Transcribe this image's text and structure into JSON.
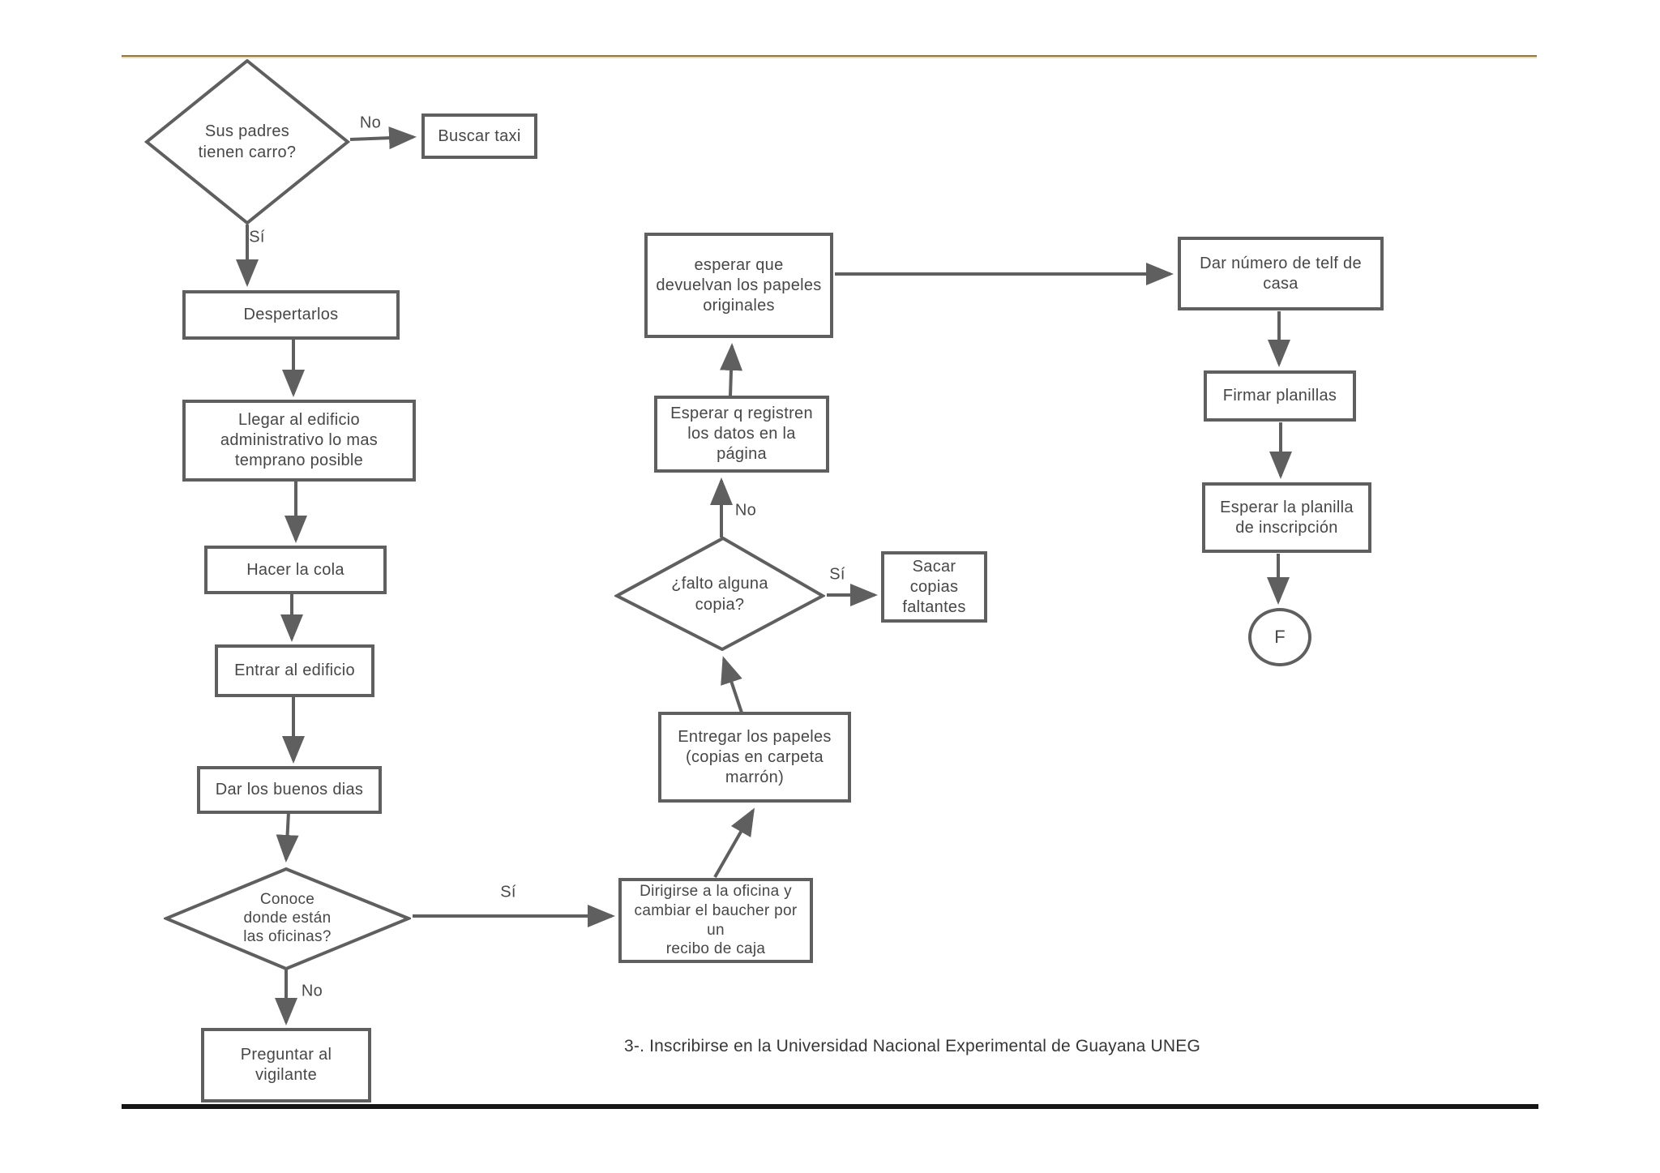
{
  "caption": "3-. Inscribirse en la Universidad Nacional Experimental de Guayana UNEG",
  "colors": {
    "box_border": "#5f5f5f",
    "connector": "#5f5f5f",
    "node_text": "#474747",
    "top_rule_dark": "#93754b",
    "top_rule_light": "#e8ddab",
    "bottom_rule": "#161616",
    "background": "#ffffff"
  },
  "nodes": {
    "parents_car": {
      "type": "decision",
      "label": "Sus padres\ntienen carro?"
    },
    "buscar_taxi": {
      "type": "process",
      "label": "Buscar taxi"
    },
    "despertarlos": {
      "type": "process",
      "label": "Despertarlos"
    },
    "llegar_edificio": {
      "type": "process",
      "label": "Llegar al edificio\nadministrativo lo mas\ntemprano posible"
    },
    "hacer_cola": {
      "type": "process",
      "label": "Hacer la cola"
    },
    "entrar_edificio": {
      "type": "process",
      "label": "Entrar al edificio"
    },
    "buenos_dias": {
      "type": "process",
      "label": "Dar los buenos dias"
    },
    "conoce_oficinas": {
      "type": "decision",
      "label": "Conoce\ndonde están\nlas oficinas?"
    },
    "preguntar_vigilante": {
      "type": "process",
      "label": "Preguntar al\nvigilante"
    },
    "dirigirse_oficina": {
      "type": "process",
      "label": "Dirigirse a la oficina y\ncambiar el baucher por un\nrecibo de caja"
    },
    "entregar_papeles": {
      "type": "process",
      "label": "Entregar los papeles\n(copias en carpeta\nmarrón)"
    },
    "falto_copia": {
      "type": "decision",
      "label": "¿falto alguna\ncopia?"
    },
    "sacar_copias": {
      "type": "process",
      "label": "Sacar copias\nfaltantes"
    },
    "esperar_registren": {
      "type": "process",
      "label": "Esperar q registren\nlos datos en la\npágina"
    },
    "esperar_devuelvan": {
      "type": "process",
      "label": "esperar que\ndevuelvan los papeles\noriginales"
    },
    "dar_numero": {
      "type": "process",
      "label": "Dar número de telf de\ncasa"
    },
    "firmar_planillas": {
      "type": "process",
      "label": "Firmar planillas"
    },
    "esperar_planilla": {
      "type": "process",
      "label": "Esperar la planilla\nde inscripción"
    },
    "fin": {
      "type": "terminator",
      "label": "F"
    }
  },
  "edge_labels": {
    "no_taxi": "No",
    "si_despertar": "Sí",
    "no_vigilante": "No",
    "si_oficina": "Sí",
    "no_pagina": "No",
    "si_copias": "Sí"
  }
}
